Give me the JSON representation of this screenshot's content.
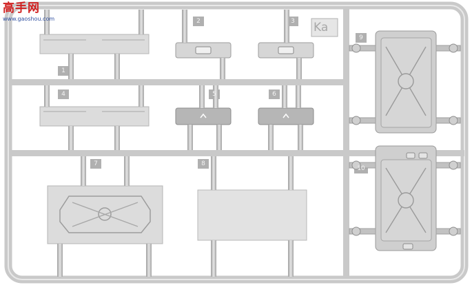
{
  "watermark": {
    "title": "高手网",
    "url": "www.gaoshou.com"
  },
  "sprue_code": "Ka",
  "part_numbers": [
    "1",
    "2",
    "3",
    "4",
    "5",
    "6",
    "7",
    "8",
    "9",
    "10"
  ],
  "colors": {
    "plastic": "#d8d8d8",
    "plastic_shade": "#b8b8b8",
    "frame": "#c6c6c6",
    "number_tag": "#b0b0b0"
  }
}
